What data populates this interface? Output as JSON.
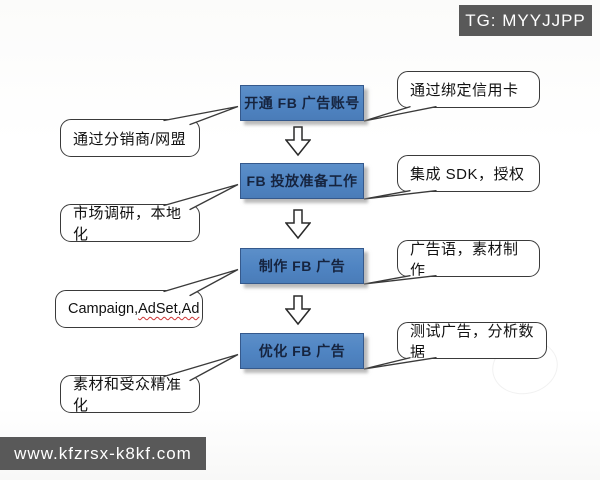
{
  "badges": {
    "tg": "TG: MYYJJPP",
    "url": "www.kfzrsx-k8kf.com"
  },
  "flow": {
    "title": "FB advertising workflow (Chinese flowchart)",
    "steps": [
      {
        "label": "开通 FB 广告账号",
        "right_note": "通过绑定信用卡",
        "left_note": "通过分销商/网盟"
      },
      {
        "label": "FB 投放准备工作",
        "right_note": "集成 SDK，授权",
        "left_note": "市场调研，本地化"
      },
      {
        "label": "制作 FB 广告",
        "right_note": "广告语，素材制作",
        "left_note_part1": "Campaign,",
        "left_note_part2": "AdSet,Ad"
      },
      {
        "label": "优化 FB 广告",
        "right_note": "测试广告，分析数据",
        "left_note": "素材和受众精准化"
      }
    ]
  },
  "colors": {
    "step_fill": "#4f84c2",
    "step_border": "#35598c",
    "step_text": "#16243f",
    "badge_bg": "#595959",
    "note_border": "#3a3a3a",
    "spellcheck_underline": "#cc3333"
  }
}
